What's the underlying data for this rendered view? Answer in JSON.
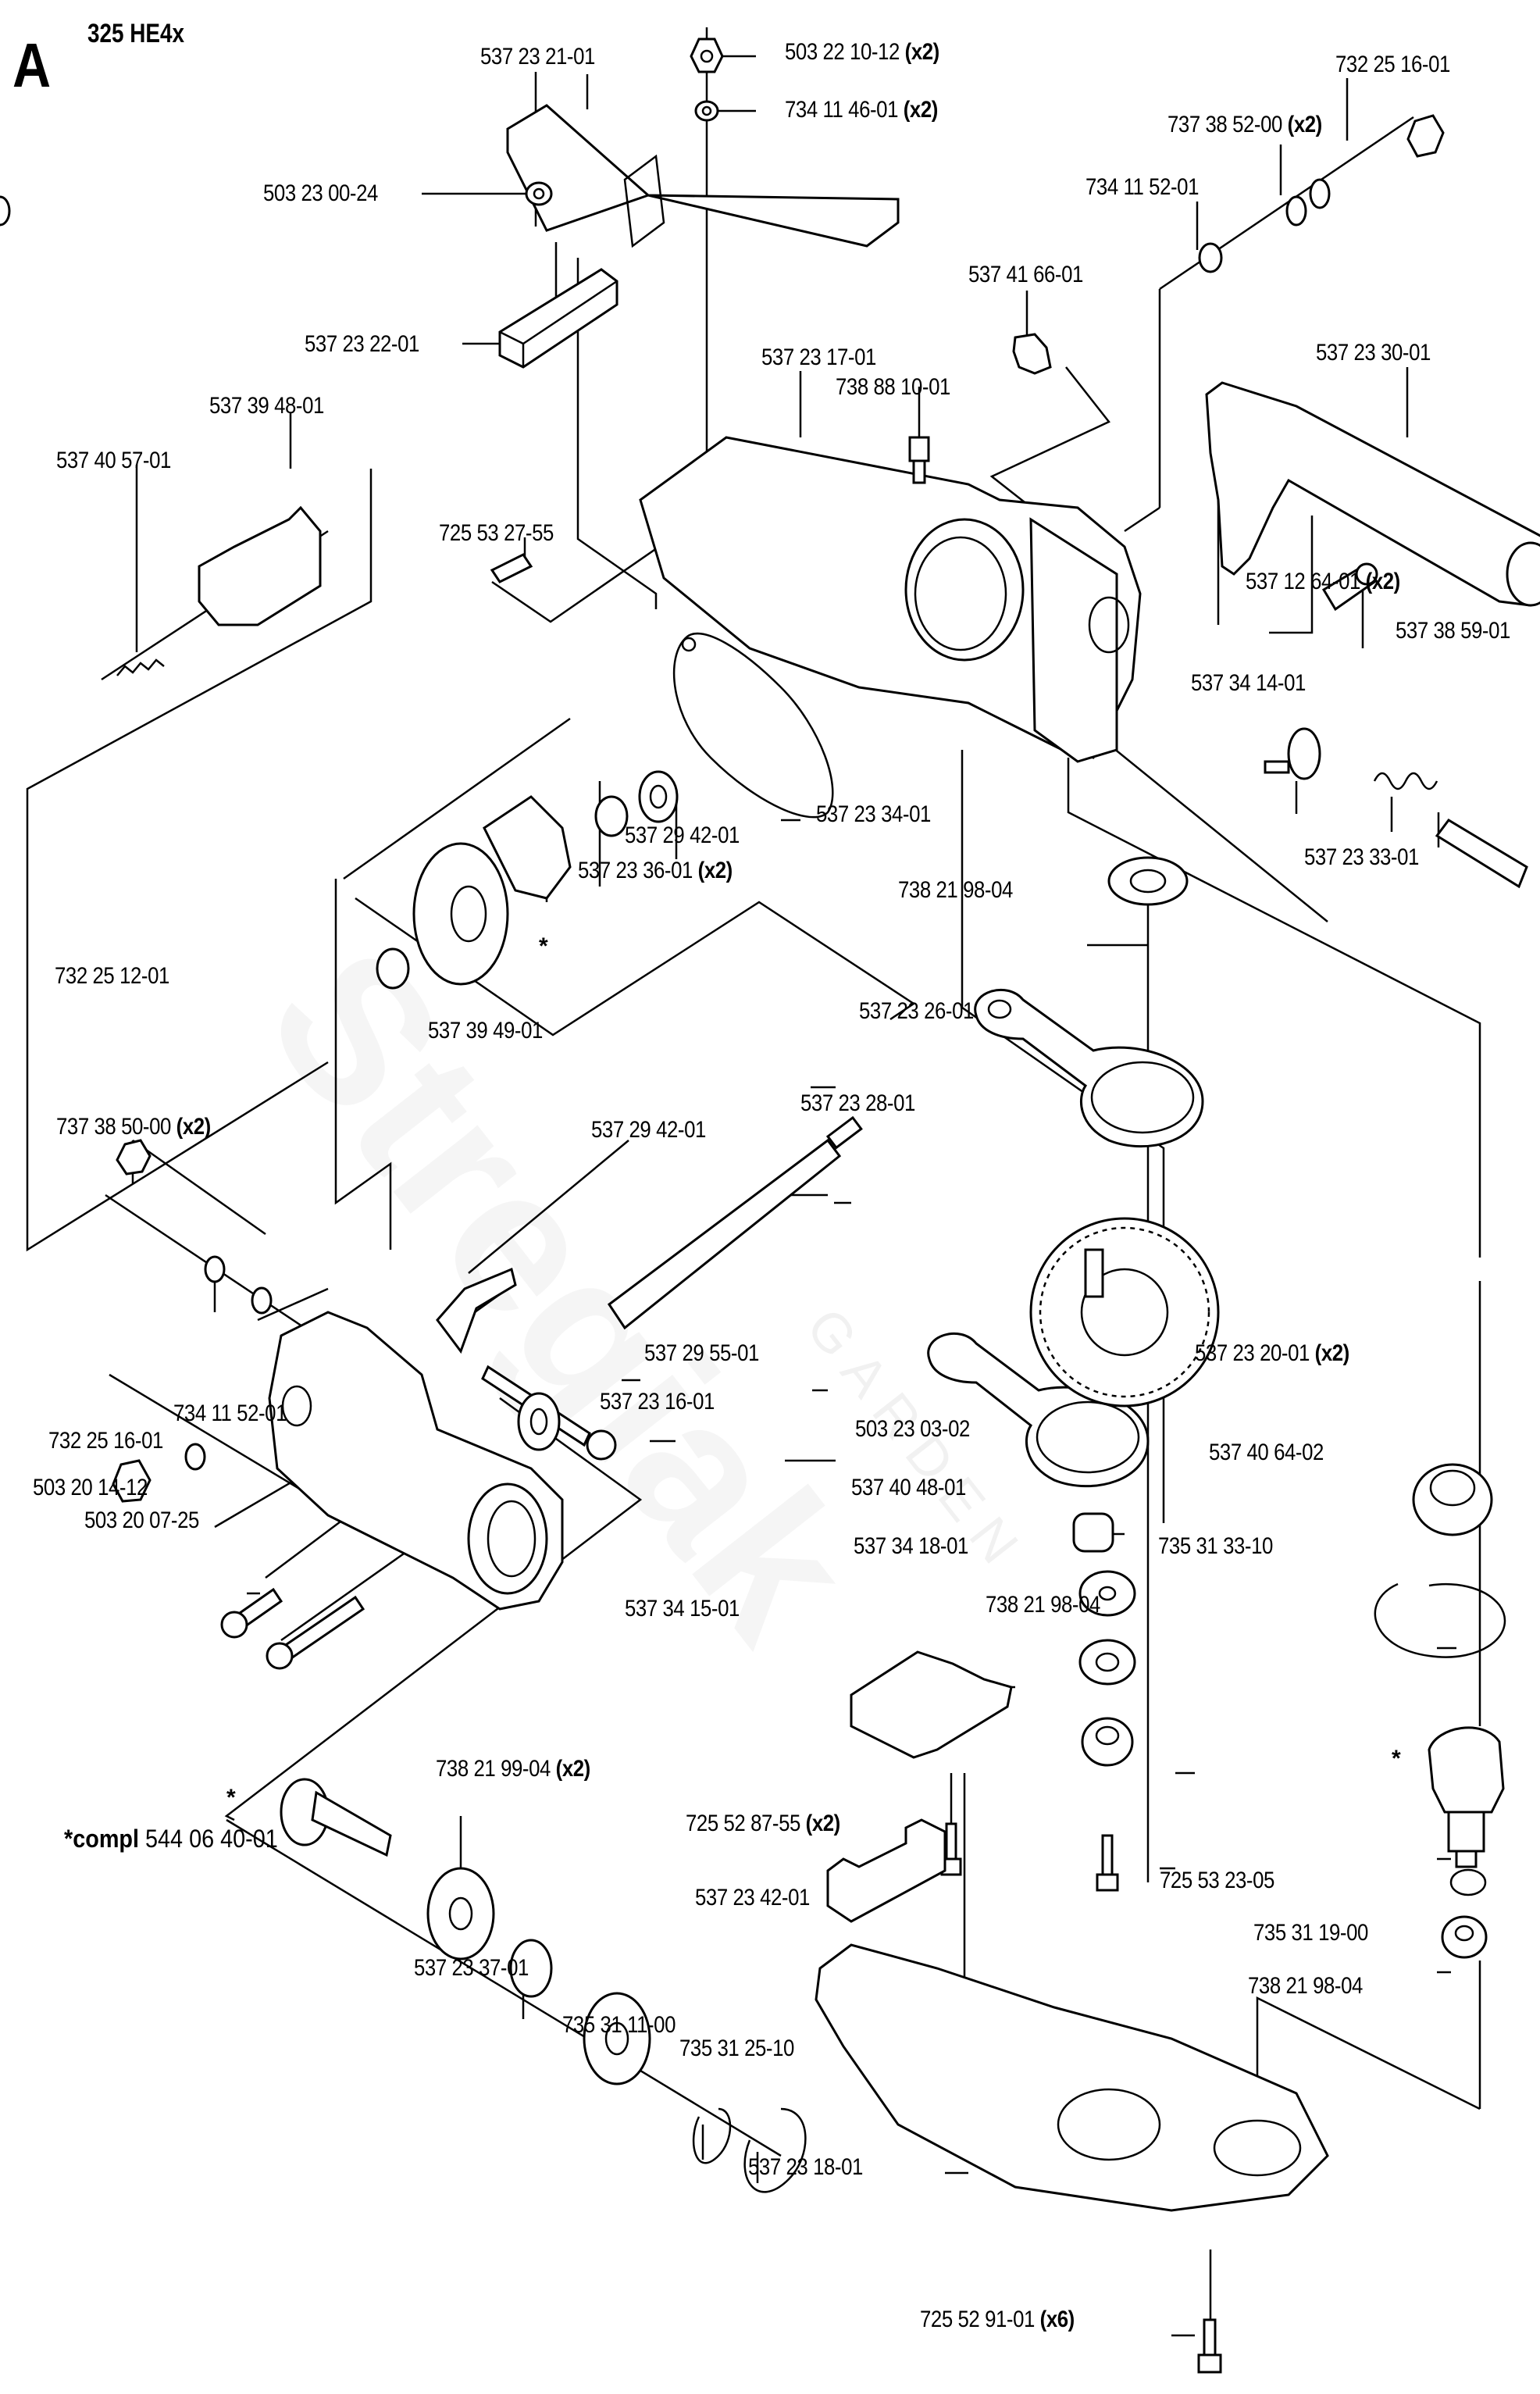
{
  "header": {
    "section_letter": "A",
    "model": "325 HE4x"
  },
  "watermark": {
    "brand": "Stregiak",
    "sub": "GARDEN"
  },
  "footnote": {
    "prefix": "*compl",
    "part_number": "544 06 40-01"
  },
  "star_marker": "*",
  "parts": [
    {
      "id": "p01",
      "number": "537 23 21-01",
      "qty": ""
    },
    {
      "id": "p02",
      "number": "503 22 10-12",
      "qty": "(x2)"
    },
    {
      "id": "p03",
      "number": "734 11 46-01",
      "qty": "(x2)"
    },
    {
      "id": "p04",
      "number": "732 25 16-01",
      "qty": ""
    },
    {
      "id": "p05",
      "number": "737 38 52-00",
      "qty": "(x2)"
    },
    {
      "id": "p06",
      "number": "734 11 52-01",
      "qty": ""
    },
    {
      "id": "p07",
      "number": "503 23 00-24",
      "qty": ""
    },
    {
      "id": "p08",
      "number": "537 41 66-01",
      "qty": ""
    },
    {
      "id": "p09",
      "number": "537 23 22-01",
      "qty": ""
    },
    {
      "id": "p10",
      "number": "537 23 17-01",
      "qty": ""
    },
    {
      "id": "p11",
      "number": "537 23 30-01",
      "qty": ""
    },
    {
      "id": "p12",
      "number": "738 88 10-01",
      "qty": ""
    },
    {
      "id": "p13",
      "number": "537 39 48-01",
      "qty": ""
    },
    {
      "id": "p14",
      "number": "537 40 57-01",
      "qty": ""
    },
    {
      "id": "p15",
      "number": "725 53 27-55",
      "qty": ""
    },
    {
      "id": "p16",
      "number": "537 12 64-01",
      "qty": "(x2)"
    },
    {
      "id": "p17",
      "number": "537 38 59-01",
      "qty": ""
    },
    {
      "id": "p18",
      "number": "537 34 14-01",
      "qty": ""
    },
    {
      "id": "p19",
      "number": "537 23 34-01",
      "qty": ""
    },
    {
      "id": "p20",
      "number": "537 29 42-01",
      "qty": ""
    },
    {
      "id": "p21",
      "number": "537 23 33-01",
      "qty": ""
    },
    {
      "id": "p22",
      "number": "537 23 36-01",
      "qty": "(x2)"
    },
    {
      "id": "p23",
      "number": "738 21 98-04",
      "qty": ""
    },
    {
      "id": "p24",
      "number": "732 25 12-01",
      "qty": ""
    },
    {
      "id": "p25",
      "number": "537 23 26-01",
      "qty": ""
    },
    {
      "id": "p26",
      "number": "537 39 49-01",
      "qty": ""
    },
    {
      "id": "p27",
      "number": "737 38 50-00",
      "qty": "(x2)"
    },
    {
      "id": "p28",
      "number": "537 29 42-01",
      "qty": ""
    },
    {
      "id": "p29",
      "number": "537 23 28-01",
      "qty": ""
    },
    {
      "id": "p30",
      "number": "537 29 55-01",
      "qty": ""
    },
    {
      "id": "p31",
      "number": "537 23 20-01",
      "qty": "(x2)"
    },
    {
      "id": "p32",
      "number": "537 23 16-01",
      "qty": ""
    },
    {
      "id": "p33",
      "number": "734 11 52-01",
      "qty": ""
    },
    {
      "id": "p34",
      "number": "732 25 16-01",
      "qty": ""
    },
    {
      "id": "p35",
      "number": "503 23 03-02",
      "qty": ""
    },
    {
      "id": "p36",
      "number": "537 40 64-02",
      "qty": ""
    },
    {
      "id": "p37",
      "number": "503 20 14-12",
      "qty": ""
    },
    {
      "id": "p38",
      "number": "537 40 48-01",
      "qty": ""
    },
    {
      "id": "p39",
      "number": "503 20 07-25",
      "qty": ""
    },
    {
      "id": "p40",
      "number": "537 34 18-01",
      "qty": ""
    },
    {
      "id": "p41",
      "number": "735 31 33-10",
      "qty": ""
    },
    {
      "id": "p42",
      "number": "537 34 15-01",
      "qty": ""
    },
    {
      "id": "p43",
      "number": "738 21 98-04",
      "qty": ""
    },
    {
      "id": "p44",
      "number": "738 21 99-04",
      "qty": "(x2)"
    },
    {
      "id": "p45",
      "number": "725 52 87-55",
      "qty": "(x2)"
    },
    {
      "id": "p46",
      "number": "725 53 23-05",
      "qty": ""
    },
    {
      "id": "p47",
      "number": "537 23 42-01",
      "qty": ""
    },
    {
      "id": "p48",
      "number": "735 31 19-00",
      "qty": ""
    },
    {
      "id": "p49",
      "number": "537 23 37-01",
      "qty": ""
    },
    {
      "id": "p50",
      "number": "738 21 98-04",
      "qty": ""
    },
    {
      "id": "p51",
      "number": "735 31 11-00",
      "qty": ""
    },
    {
      "id": "p52",
      "number": "735 31 25-10",
      "qty": ""
    },
    {
      "id": "p53",
      "number": "537 23 18-01",
      "qty": ""
    },
    {
      "id": "p54",
      "number": "725 52 91-01",
      "qty": "(x6)"
    }
  ]
}
